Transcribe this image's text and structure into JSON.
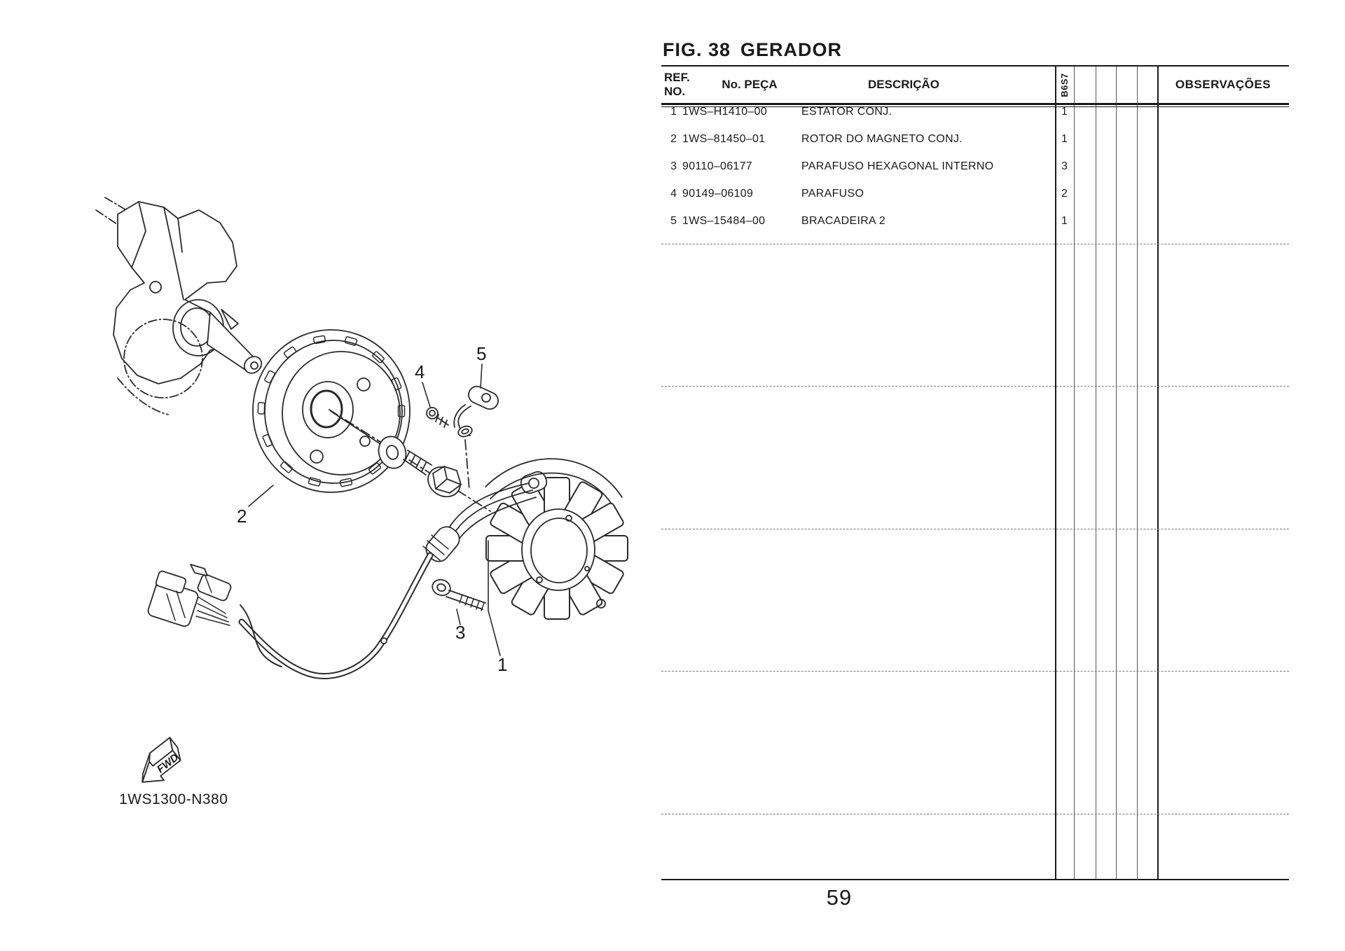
{
  "figure": {
    "fig_label": "FIG. 38",
    "fig_title": "GERADOR",
    "drawing_code": "1WS1300-N380",
    "fwd_label": "FWD",
    "callout_1": "1",
    "callout_2": "2",
    "callout_3": "3",
    "callout_4": "4",
    "callout_5": "5"
  },
  "table": {
    "headers": {
      "ref_line1": "REF.",
      "ref_line2": "NO.",
      "part_no": "No. PEÇA",
      "description": "DESCRIÇÃO",
      "model_code": "B6S7",
      "observations": "OBSERVAÇÕES"
    },
    "rows": [
      {
        "ref": "1",
        "part_no": "1WS–H1410–00",
        "description": "ESTATOR CONJ.",
        "qty": "1"
      },
      {
        "ref": "2",
        "part_no": "1WS–81450–01",
        "description": "ROTOR DO MAGNETO CONJ.",
        "qty": "1"
      },
      {
        "ref": "3",
        "part_no": "90110–06177",
        "description": "PARAFUSO HEXAGONAL INTERNO",
        "qty": "3"
      },
      {
        "ref": "4",
        "part_no": "90149–06109",
        "description": "PARAFUSO",
        "qty": "2"
      },
      {
        "ref": "5",
        "part_no": "1WS–15484–00",
        "description": "BRACADEIRA 2",
        "qty": "1"
      }
    ]
  },
  "page": {
    "number": "59"
  },
  "colors": {
    "ink": "#1a1a1a",
    "dash_gray": "#777777",
    "bg": "#ffffff"
  }
}
